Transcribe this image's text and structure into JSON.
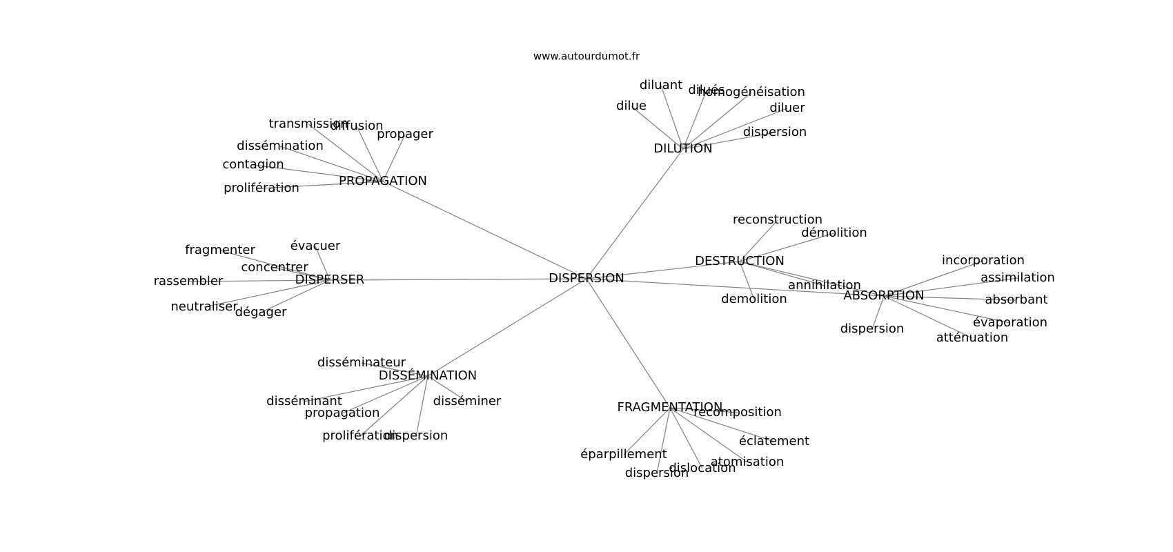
{
  "source": "www.autourdumot.fr",
  "center": "DISPERSION",
  "clusters": [
    {
      "hub": "PROPAGATION",
      "leaves": [
        "transmission",
        "diffusion",
        "propager",
        "dissémination",
        "contagion",
        "prolifération"
      ]
    },
    {
      "hub": "DILUTION",
      "leaves": [
        "diluant",
        "dilués",
        "homogénéisation",
        "dilue",
        "diluer",
        "dispersion"
      ]
    },
    {
      "hub": "DISPERSER",
      "leaves": [
        "fragmenter",
        "évacuer",
        "concentrer",
        "rassembler",
        "neutraliser",
        "dégager"
      ]
    },
    {
      "hub": "DESTRUCTION",
      "leaves": [
        "reconstruction",
        "démolition",
        "annihilation",
        "demolition"
      ]
    },
    {
      "hub": "ABSORPTION",
      "leaves": [
        "incorporation",
        "assimilation",
        "absorbant",
        "évaporation",
        "atténuation",
        "dispersion"
      ]
    },
    {
      "hub": "DISSÉMINATION",
      "leaves": [
        "disséminateur",
        "disséminant",
        "propagation",
        "disséminer",
        "prolifération",
        "dispersion"
      ]
    },
    {
      "hub": "FRAGMENTATION",
      "leaves": [
        "recomposition",
        "éclatement",
        "atomisation",
        "dislocation",
        "dispersion",
        "éparpillement"
      ]
    }
  ],
  "extra_links": [
    {
      "from": "DESTRUCTION",
      "to": "ABSORPTION"
    }
  ]
}
